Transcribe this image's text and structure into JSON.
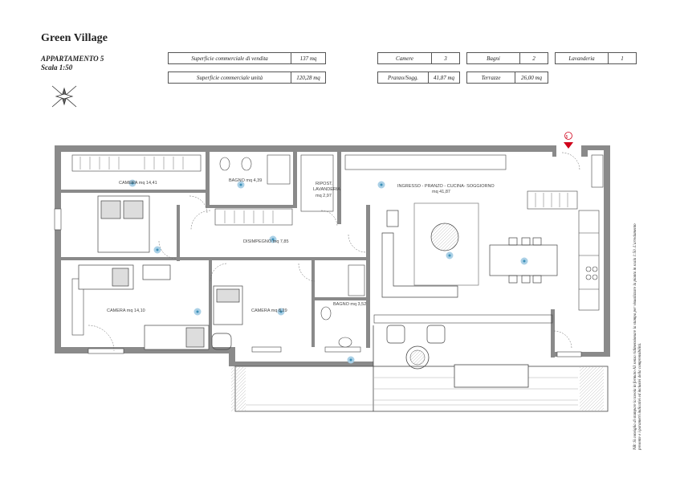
{
  "header": {
    "title": "Green Village",
    "apartment": "APPARTAMENTO 5",
    "scale": "Scala 1:50"
  },
  "info": {
    "sup_vendita_label": "Superficie commerciale di vendita",
    "sup_vendita_value": "137 mq",
    "sup_utile_label": "Superficie commerciale unità",
    "sup_utile_value": "120,28 mq",
    "camere_label": "Camere",
    "camere_value": "3",
    "bagni_label": "Bagni",
    "bagni_value": "2",
    "lavanderia_label": "Lavanderia",
    "lavanderia_value": "1",
    "pranzo_label": "Pranzo/Sogg.",
    "pranzo_value": "41,87 mq",
    "terrazze_label": "Terrazze",
    "terrazze_value": "26,00 mq"
  },
  "rooms": {
    "camera1": "CAMERA mq 14,41",
    "bagno1": "BAGNO mq 4,39",
    "ripost": "RIPOST.",
    "lavanderia": "LAVANDERIA",
    "ripost_area": "mq 2,97",
    "soggiorno": "INGRESSO - PRANZO - CUCINA- SOGGIORNO",
    "soggiorno_area": "mq 41,87",
    "disimpegno": "DISIMPEGNO mq 7,85",
    "camera2": "CAMERA mq 14,10",
    "camera3": "CAMERA mq 8,29",
    "bagno2": "BAGNO mq 3,52"
  },
  "marker": "5",
  "note": "NB: Si consiglia di stampare la tavola in formato A3 senza ridimensionare la stampa per visualizzare la pianta in scala 1:50. L'arredamento presente e i parametri indicativi ed inclusivi della comprensibilità.",
  "colors": {
    "wall": "#8a8a8a",
    "line": "#444444",
    "accent": "#3a8fb7",
    "marker": "#d0021b"
  }
}
